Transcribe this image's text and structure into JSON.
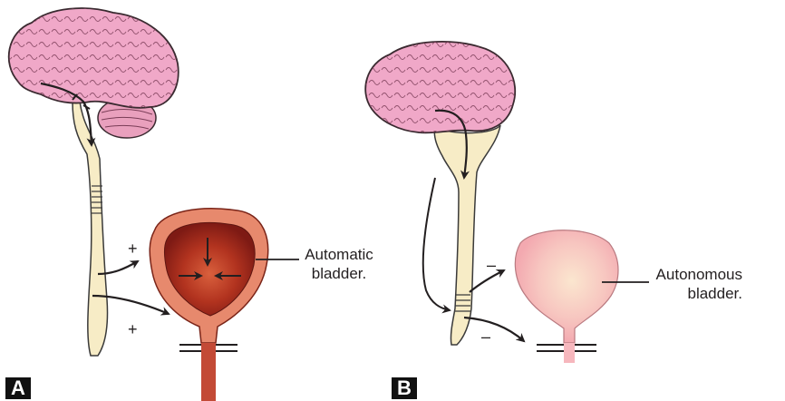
{
  "panel_a": {
    "tag": "A",
    "label_line1": "Automatic",
    "label_line2": "bladder.",
    "sign_upper": "+",
    "sign_lower": "+"
  },
  "panel_b": {
    "tag": "B",
    "label_line1": "Autonomous",
    "label_line2": "bladder.",
    "sign_upper": "–",
    "sign_lower": "–"
  },
  "colors": {
    "brain": "#f0a8c8",
    "brain_outline": "#3a2a30",
    "spinal_cord": "#f7ecc6",
    "bladder_a_wall": "#e7896d",
    "bladder_a_inner": "#a3271d",
    "bladder_b": "#f7bfc0",
    "arrow": "#231f20"
  }
}
